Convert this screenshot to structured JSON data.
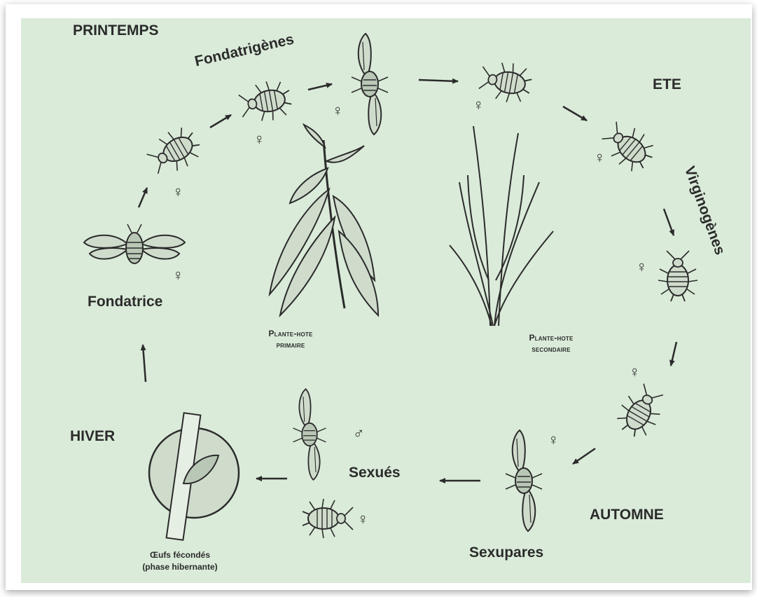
{
  "seasons": {
    "spring": "PRINTEMPS",
    "summer": "ETE",
    "autumn": "AUTOMNE",
    "winter": "HIVER"
  },
  "stages": {
    "fondatrigenes": "Fondatrigènes",
    "virginogenes": "Virginogènes",
    "fondatrice": "Fondatrice",
    "sexues": "Sexués",
    "sexupares": "Sexupares"
  },
  "hosts": {
    "primary": {
      "line1": "Plante-hote",
      "line2": "primaire"
    },
    "secondary": {
      "line1": "Plante-hote",
      "line2": "secondaire"
    }
  },
  "eggs": {
    "line1": "Œufs fécondés",
    "line2": "(phase hibernante)"
  },
  "symbols": {
    "female": "♀",
    "male": "♂"
  },
  "colors": {
    "background": "#daebd9",
    "ink": "#2b2b2b"
  }
}
